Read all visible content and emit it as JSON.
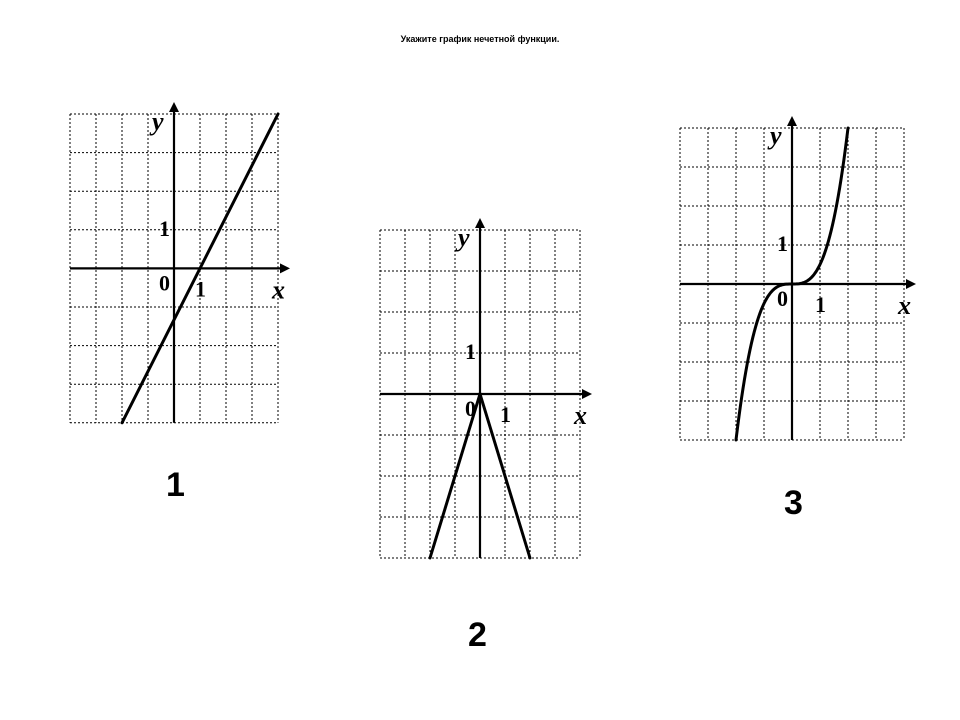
{
  "title": "Укажите график нечетной функции.",
  "chart_data": [
    {
      "type": "line",
      "caption": "1",
      "xlabel": "x",
      "ylabel": "y",
      "xlim": [
        -4,
        4
      ],
      "ylim": [
        -4,
        4
      ],
      "grid": true,
      "tick_labels": {
        "origin": "0",
        "x_unit": "1",
        "y_unit": "1"
      },
      "series": [
        {
          "x": [
            -2,
            4
          ],
          "y": [
            -4,
            4
          ]
        }
      ]
    },
    {
      "type": "line",
      "caption": "2",
      "xlabel": "x",
      "ylabel": "y",
      "xlim": [
        -4,
        4
      ],
      "ylim": [
        -4,
        4
      ],
      "grid": true,
      "tick_labels": {
        "origin": "0",
        "x_unit": "1",
        "y_unit": "1"
      },
      "series": [
        {
          "x": [
            -2,
            0,
            2
          ],
          "y": [
            -4,
            0,
            -4
          ]
        }
      ]
    },
    {
      "type": "line",
      "caption": "3",
      "xlabel": "x",
      "ylabel": "y",
      "xlim": [
        -4,
        4
      ],
      "ylim": [
        -4,
        4
      ],
      "grid": true,
      "tick_labels": {
        "origin": "0",
        "x_unit": "1",
        "y_unit": "1"
      },
      "series": [
        {
          "x": [
            -2,
            -1.6,
            -1.2,
            -0.8,
            -0.4,
            0,
            0.4,
            0.8,
            1.2,
            1.6,
            2
          ],
          "y": [
            -4,
            -2.05,
            -0.86,
            -0.26,
            -0.03,
            0,
            0.03,
            0.26,
            0.86,
            2.05,
            4
          ]
        }
      ]
    }
  ]
}
